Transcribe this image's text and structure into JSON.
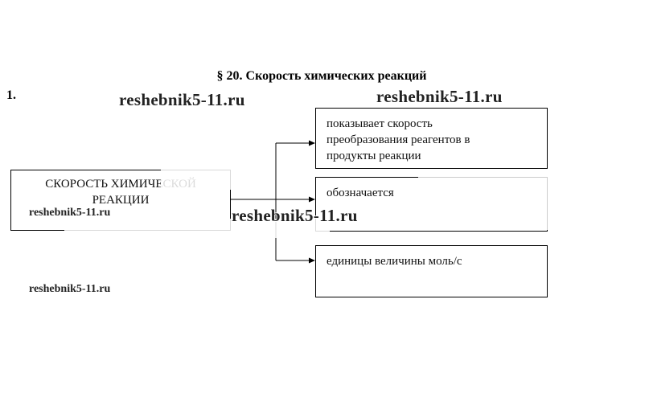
{
  "heading": "§ 20. Скорость химических реакций",
  "task_number": "1.",
  "source_box": {
    "line1": "СКОРОСТЬ ХИМИЧЕСКОЙ",
    "line2": "РЕАКЦИИ"
  },
  "target_boxes": [
    {
      "lines": [
        "показывает скорость",
        "преобразования реагентов в",
        "продукты реакции"
      ]
    },
    {
      "lines": [
        "обозначается"
      ]
    },
    {
      "lines": [
        "единицы величины моль/с"
      ]
    }
  ],
  "watermark": "reshebnik5-11.ru"
}
